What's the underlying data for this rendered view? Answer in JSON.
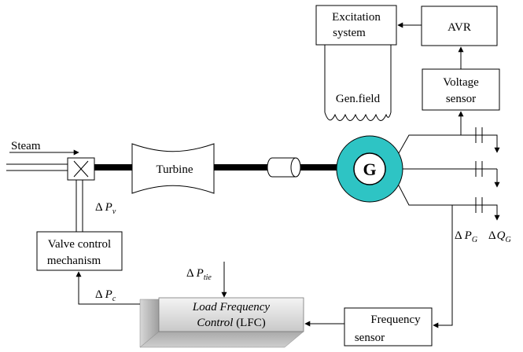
{
  "labels": {
    "excitation_line1": "Excitation",
    "excitation_line2": "system",
    "avr": "AVR",
    "gen_field": "Gen.field",
    "voltage_line1": "Voltage",
    "voltage_line2": "sensor",
    "steam": "Steam",
    "turbine": "Turbine",
    "generator": "G",
    "delta_pv_symbol": "Δ",
    "delta_pv_var": "P",
    "delta_pv_sub": "v",
    "delta_pg_symbol": "Δ",
    "delta_pg_var": "P",
    "delta_pg_sub": "G",
    "delta_qg_symbol": "Δ",
    "delta_qg_var": "Q",
    "delta_qg_sub": "G",
    "valve_line1": "Valve control",
    "valve_line2": "mechanism",
    "delta_ptie_symbol": "Δ",
    "delta_ptie_var": "P",
    "delta_ptie_sub": "tie",
    "delta_pc_symbol": "Δ",
    "delta_pc_var": "P",
    "delta_pc_sub": "c",
    "lfc_line1": "Load Frequency",
    "lfc_line2_italic": "Control",
    "lfc_line2_rest": " (LFC)",
    "freq_line1": "Frequency",
    "freq_line2": "sensor"
  },
  "colors": {
    "generator_ring": "#2ec4c4",
    "lfc_face_light": "#ededed",
    "lfc_face_dark": "#b8b8b8"
  }
}
